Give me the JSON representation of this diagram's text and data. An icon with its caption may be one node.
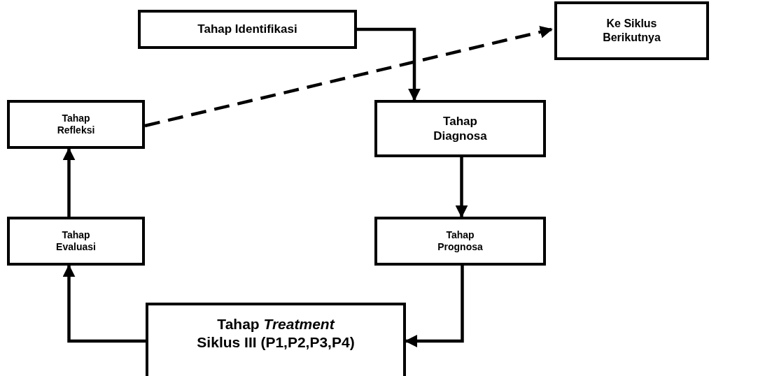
{
  "diagram": {
    "nodes": [
      {
        "text": [
          "Tahap Identifikasi"
        ]
      },
      {
        "text": [
          "Ke Siklus Berikutnya"
        ]
      },
      {
        "text": [
          "Tahap Refleksi"
        ]
      },
      {
        "text": [
          "Tahap Diagnosa"
        ]
      },
      {
        "text": [
          "Tahap Evaluasi"
        ]
      },
      {
        "text": [
          "Tahap Prognosa"
        ]
      },
      {
        "text": [
          "Tahap *Treatment*",
          "Siklus III (P1,P2,P3,P4)"
        ]
      }
    ],
    "edges": [
      {
        "from": 0,
        "to": 3,
        "arrow": "to"
      },
      {
        "from": 2,
        "to": 1,
        "arrow": "to",
        "style": "dashed"
      },
      {
        "from": 3,
        "to": 5,
        "arrow": "to"
      },
      {
        "from": 5,
        "to": 6,
        "arrow": "to"
      },
      {
        "from": 6,
        "to": 4,
        "arrow": "to"
      },
      {
        "from": 4,
        "to": 2,
        "arrow": "to"
      }
    ]
  }
}
